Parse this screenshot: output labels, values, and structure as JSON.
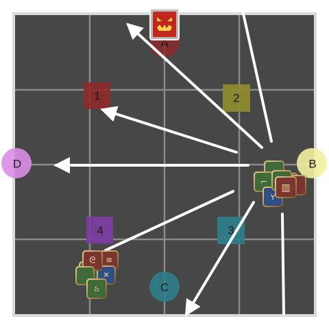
{
  "waymarks": {
    "A": "A",
    "B": "B",
    "C": "C",
    "D": "D",
    "one": "1",
    "two": "2",
    "three": "3",
    "four": "4"
  },
  "colors": {
    "floor": "#474747",
    "grid": "#8a8a8a",
    "border": "#d9d9d9",
    "arrow": "#ffffff",
    "marker_a": "#8e2a2a",
    "marker_b": "#f3efa0",
    "marker_c": "#2f7d8c",
    "marker_d": "#d98ee6",
    "marker_1": "#8e2a2a",
    "marker_2": "#8c8a2e",
    "marker_3": "#2f7d8c",
    "marker_4": "#7a3fa0"
  },
  "icons": {
    "boss": "boss-face-icon",
    "party_group_east": "party-job-icons",
    "party_group_southwest": "party-job-icons"
  }
}
